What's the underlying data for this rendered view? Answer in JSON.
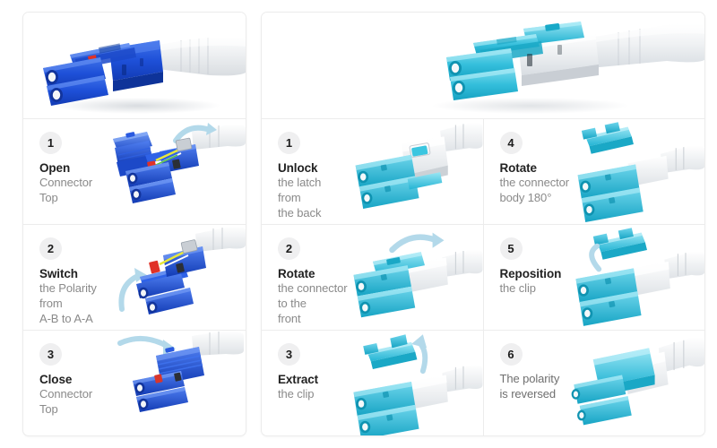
{
  "colors": {
    "blue_connector": "#1a4fd6",
    "blue_connector_dark": "#0f3bb0",
    "blue_connector_light": "#4f7ef0",
    "cyan_connector": "#3bc6e0",
    "cyan_connector_dark": "#1aa8c6",
    "cyan_connector_light": "#7fdcee",
    "cable_white": "#f2f3f4",
    "arrow_blue": "#b8dcec",
    "badge_bg": "#efeff0",
    "title_text": "#222222",
    "sub_text": "#8a8a8a",
    "panel_border": "#ececec",
    "page_bg": "#ffffff"
  },
  "left_panel": {
    "hero": {
      "alt": "blue-lc-uniboot-connector-photo"
    },
    "steps": [
      {
        "number": "1",
        "title": "Open",
        "lines": [
          "Connector",
          "Top"
        ],
        "art": "blue-connector-open-top"
      },
      {
        "number": "2",
        "title": "Switch",
        "lines": [
          "the Polarity",
          "from",
          "A-B to A-A"
        ],
        "art": "blue-connector-switch-polarity"
      },
      {
        "number": "3",
        "title": "Close",
        "lines": [
          "Connector",
          "Top"
        ],
        "art": "blue-connector-close-top"
      }
    ]
  },
  "right_panel": {
    "hero": {
      "alt": "cyan-lc-uniboot-connector-photo"
    },
    "steps": [
      {
        "number": "1",
        "title": "Unlock",
        "lines": [
          "the latch",
          "from",
          "the back"
        ],
        "art": "cyan-connector-unlock-latch"
      },
      {
        "number": "2",
        "title": "Rotate",
        "lines": [
          "the connector",
          "to the",
          "front"
        ],
        "art": "cyan-connector-rotate-front"
      },
      {
        "number": "3",
        "title": "Extract",
        "lines": [
          "the clip"
        ],
        "art": "cyan-connector-extract-clip"
      },
      {
        "number": "4",
        "title": "Rotate",
        "lines": [
          "the connector",
          "body 180°"
        ],
        "art": "cyan-connector-rotate-180"
      },
      {
        "number": "5",
        "title": "Reposition",
        "lines": [
          "the clip"
        ],
        "art": "cyan-connector-reposition-clip"
      },
      {
        "number": "6",
        "title": "",
        "lines": [
          "The polarity",
          "is reversed"
        ],
        "art": "cyan-connector-reversed"
      }
    ]
  }
}
